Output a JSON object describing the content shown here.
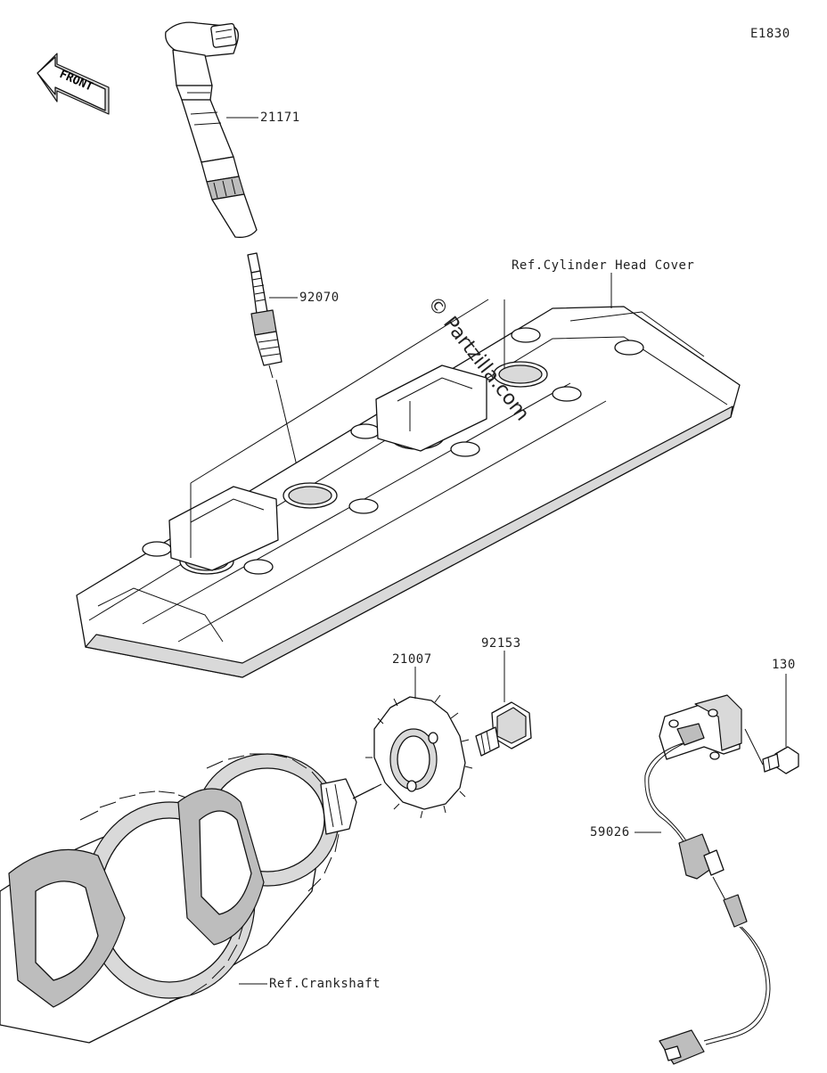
{
  "diagram_code": "E1830",
  "front_label": "FRONT",
  "watermark": "© Partzilla.com",
  "parts": {
    "ignition_coil": "21171",
    "spark_plug": "92070",
    "cylinder_head_cover_ref": "Ref.Cylinder Head Cover",
    "rotor_gear": "21007",
    "rotor_bolt": "92153",
    "sensor_bolt": "130",
    "pickup_sensor": "59026",
    "crankshaft_ref": "Ref.Crankshaft"
  }
}
